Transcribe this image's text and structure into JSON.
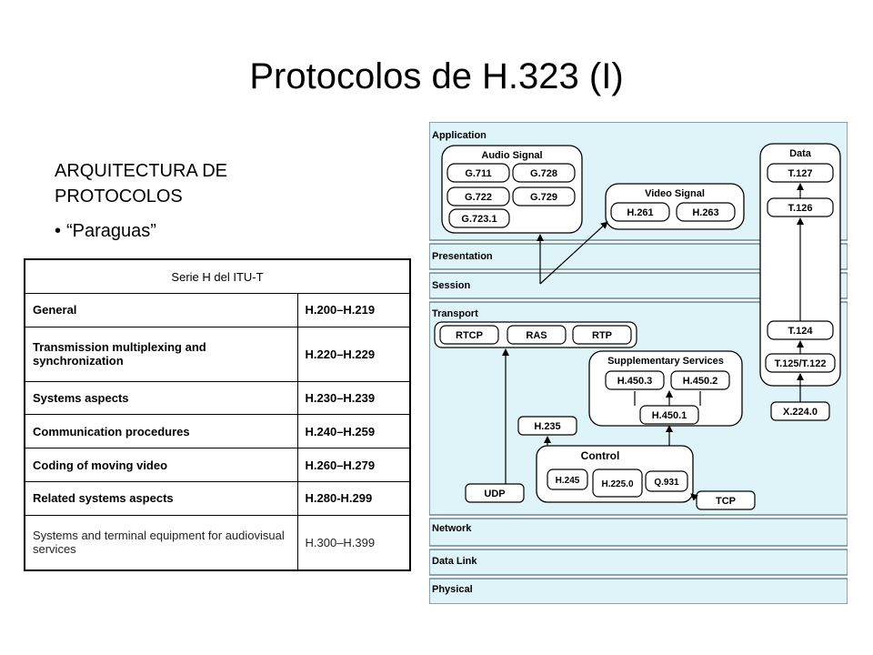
{
  "slide": {
    "title": "Protocolos de H.323 (I)",
    "heading": "ARQUITECTURA DE PROTOCOLOS",
    "bullet": "“Paraguas”"
  },
  "table": {
    "header": "Serie H del ITU-T",
    "rows": [
      {
        "name": "General",
        "range": "H.200–H.219"
      },
      {
        "name": "Transmission multiplexing and synchronization",
        "range": "H.220–H.229"
      },
      {
        "name": "Systems aspects",
        "range": "H.230–H.239"
      },
      {
        "name": "Communication procedures",
        "range": "H.240–H.259"
      },
      {
        "name": "Coding of moving video",
        "range": "H.260–H.279"
      },
      {
        "name": "Related systems aspects",
        "range": "H.280-H.299"
      },
      {
        "name": "Systems and terminal equipment for audiovisual services",
        "range": "H.300–H.399"
      }
    ]
  },
  "diagram": {
    "layers": {
      "application": "Application",
      "presentation": "Presentation",
      "session": "Session",
      "transport": "Transport",
      "network": "Network",
      "data_link": "Data Link",
      "physical": "Physical"
    },
    "audio": {
      "title": "Audio Signal",
      "g711": "G.711",
      "g728": "G.728",
      "g722": "G.722",
      "g729": "G.729",
      "g7231": "G.723.1"
    },
    "video": {
      "title": "Video Signal",
      "h261": "H.261",
      "h263": "H.263"
    },
    "data": {
      "title": "Data",
      "t127": "T.127",
      "t126": "T.126",
      "t124": "T.124",
      "t125": "T.125/T.122",
      "x224": "X.224.0"
    },
    "transport": {
      "rtcp": "RTCP",
      "ras": "RAS",
      "rtp": "RTP"
    },
    "supplementary": {
      "title": "Supplementary Services",
      "h4503": "H.450.3",
      "h4502": "H.450.2",
      "h4501": "H.450.1"
    },
    "h235": "H.235",
    "control": {
      "title": "Control",
      "h245": "H.245",
      "h2250": "H.225.0",
      "q931": "Q.931"
    },
    "udp": "UDP",
    "tcp": "TCP",
    "colors": {
      "layer_fill": "#dff4f8",
      "layer_border": "#6a8a95",
      "box_fill": "#ffffff"
    }
  }
}
